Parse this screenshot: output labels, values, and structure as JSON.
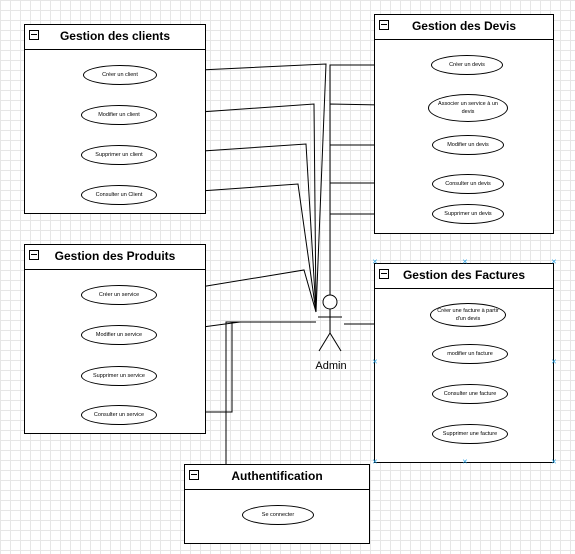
{
  "packages": {
    "clients": {
      "title": "Gestion des clients",
      "use_cases": [
        "Créer un client",
        "Modifier un client",
        "Supprimer un client",
        "Consulter un Client"
      ]
    },
    "produits": {
      "title": "Gestion des Produits",
      "use_cases": [
        "Créer un service",
        "Modifier un service",
        "Supprimer un service",
        "Consulter un service"
      ]
    },
    "devis": {
      "title": "Gestion des Devis",
      "use_cases": [
        "Créer un devis",
        "Associer un service à un devis",
        "Modifier un devis",
        "Consulter un devis",
        "Supprimer un devis"
      ]
    },
    "factures": {
      "title": "Gestion des Factures",
      "use_cases": [
        "Créer une facture à partir d'un devis",
        "modifier un facture",
        "Consulter une facture",
        "Supprimer une facture"
      ]
    },
    "auth": {
      "title": "Authentification",
      "use_cases": [
        "Se connecter"
      ]
    }
  },
  "actor": {
    "label": "Admin",
    "icon": "stick-figure-icon"
  },
  "colors": {
    "line": "#000000",
    "grid": "#e6e6e6",
    "selection": "#29a3e6"
  }
}
